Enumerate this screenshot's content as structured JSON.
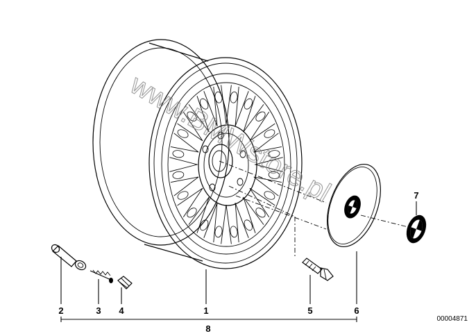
{
  "diagram": {
    "part_labels": {
      "p1": "1",
      "p2": "2",
      "p3": "3",
      "p4": "4",
      "p5": "5",
      "p6": "6",
      "p7": "7",
      "p8": "8"
    },
    "diagram_code": "00004871",
    "watermark": "www.BMWstore.pl"
  }
}
